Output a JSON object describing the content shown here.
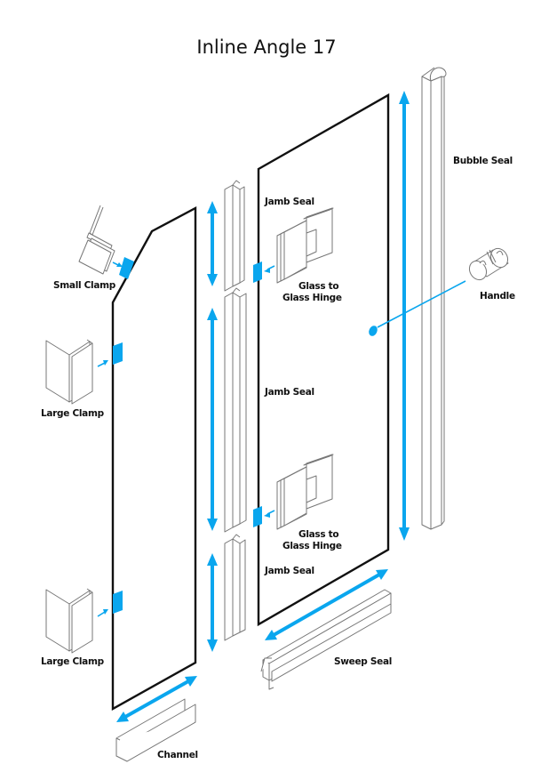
{
  "title": "Inline Angle 17",
  "accent_color": "#0aa6ee",
  "labels": {
    "small_clamp": "Small Clamp",
    "large_clamp_top": "Large Clamp",
    "large_clamp_bottom": "Large Clamp",
    "jamb_seal_top": "Jamb Seal",
    "jamb_seal_middle": "Jamb Seal",
    "jamb_seal_bottom": "Jamb Seal",
    "hinge_top_line1": "Glass to",
    "hinge_top_line2": "Glass Hinge",
    "hinge_bottom_line1": "Glass to",
    "hinge_bottom_line2": "Glass Hinge",
    "bubble_seal": "Bubble Seal",
    "handle": "Handle",
    "sweep_seal": "Sweep Seal",
    "channel": "Channel"
  }
}
